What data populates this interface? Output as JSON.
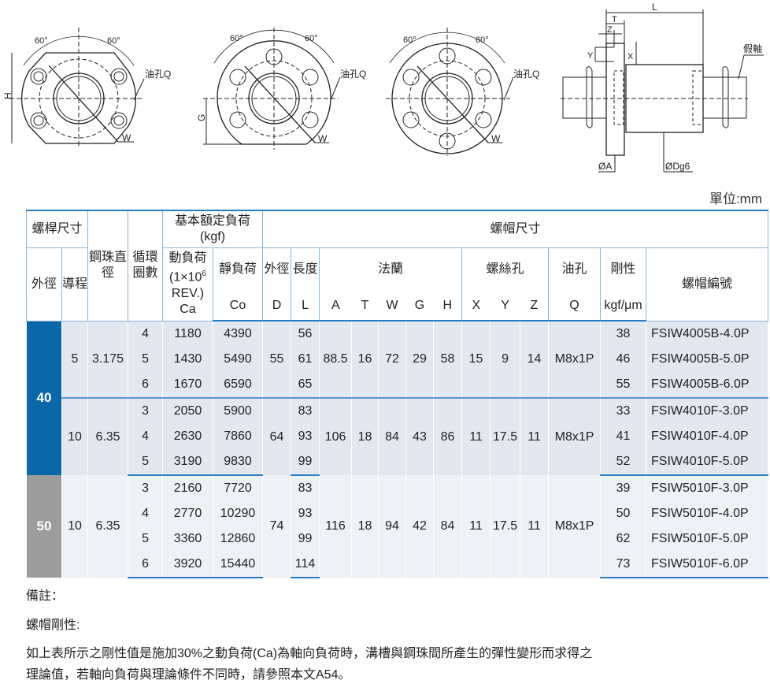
{
  "diagrams": {
    "angle_left": "60°",
    "angle_right": "60°",
    "oil_hole": "油孔Q",
    "w_label": "W",
    "h_label": "H",
    "g_label": "G",
    "l_label": "L",
    "t_label": "T",
    "z_label": "Z",
    "y_label": "Y",
    "x_label": "X",
    "dummy_shaft": "假軸",
    "a_label": "ØA",
    "d_label": "ØDg6"
  },
  "unit": "單位:mm",
  "header": {
    "screw_size": "螺桿尺寸",
    "outer_dia": "外徑",
    "lead": "導程",
    "ball_dia": "鋼珠直徑",
    "circuits": "循環圈數",
    "basic_load": "基本額定負荷",
    "kgf": "(kgf)",
    "dynamic": "動負荷",
    "dynamic_sub1": "(1×10",
    "dynamic_sup": "6",
    "dynamic_sub2": "REV.)",
    "ca": "Ca",
    "static": "靜負荷",
    "co": "Co",
    "nut_size": "螺帽尺寸",
    "nut_od": "外徑",
    "d": "D",
    "length": "長度",
    "l": "L",
    "flange": "法蘭",
    "a": "A",
    "t": "T",
    "w": "W",
    "g": "G",
    "h": "H",
    "bolt_hole": "螺絲孔",
    "x": "X",
    "y": "Y",
    "z": "Z",
    "oil_hole": "油孔",
    "q": "Q",
    "stiffness": "剛性",
    "stiffness_unit": "kgf/μm",
    "model": "螺帽編號"
  },
  "groups": [
    {
      "od": "40",
      "subgroups": [
        {
          "lead": "5",
          "ball": "3.175",
          "D": "55",
          "A": "88.5",
          "T": "16",
          "W": "72",
          "G": "29",
          "H": "58",
          "X": "15",
          "Y": "9",
          "Z": "14",
          "Q": "M8x1P",
          "rows": [
            {
              "turns": "4",
              "ca": "1180",
              "co": "4390",
              "L": "56",
              "k": "38",
              "model": "FSIW4005B-4.0P"
            },
            {
              "turns": "5",
              "ca": "1430",
              "co": "5490",
              "L": "61",
              "k": "46",
              "model": "FSIW4005B-5.0P"
            },
            {
              "turns": "6",
              "ca": "1670",
              "co": "6590",
              "L": "65",
              "k": "55",
              "model": "FSIW4005B-6.0P"
            }
          ]
        },
        {
          "lead": "10",
          "ball": "6.35",
          "D": "64",
          "A": "106",
          "T": "18",
          "W": "84",
          "G": "43",
          "H": "86",
          "X": "11",
          "Y": "17.5",
          "Z": "11",
          "Q": "M8x1P",
          "rows": [
            {
              "turns": "3",
              "ca": "2050",
              "co": "5900",
              "L": "83",
              "k": "33",
              "model": "FSIW4010F-3.0P"
            },
            {
              "turns": "4",
              "ca": "2630",
              "co": "7860",
              "L": "93",
              "k": "41",
              "model": "FSIW4010F-4.0P"
            },
            {
              "turns": "5",
              "ca": "3190",
              "co": "9830",
              "L": "99",
              "k": "52",
              "model": "FSIW4010F-5.0P"
            }
          ]
        }
      ]
    },
    {
      "od": "50",
      "subgroups": [
        {
          "lead": "10",
          "ball": "6.35",
          "D": "74",
          "A": "116",
          "T": "18",
          "W": "94",
          "G": "42",
          "H": "84",
          "X": "11",
          "Y": "17.5",
          "Z": "11",
          "Q": "M8x1P",
          "rows": [
            {
              "turns": "3",
              "ca": "2160",
              "co": "7720",
              "L": "83",
              "k": "39",
              "model": "FSIW5010F-3.0P"
            },
            {
              "turns": "4",
              "ca": "2770",
              "co": "10290",
              "L": "93",
              "k": "50",
              "model": "FSIW5010F-4.0P"
            },
            {
              "turns": "5",
              "ca": "3360",
              "co": "12860",
              "L": "99",
              "k": "62",
              "model": "FSIW5010F-5.0P"
            },
            {
              "turns": "6",
              "ca": "3920",
              "co": "15440",
              "L": "114",
              "k": "73",
              "model": "FSIW5010F-6.0P"
            }
          ]
        }
      ]
    }
  ],
  "notes": {
    "title": "備註：",
    "subtitle": "螺帽剛性:",
    "line1": "如上表所示之剛性值是施加30%之動負荷(Ca)為軸向負荷時，溝槽與鋼珠間所產生的彈性變形而求得之",
    "line2": "理論值，若軸向負荷與理論條件不同時，請參照本文A54。"
  }
}
